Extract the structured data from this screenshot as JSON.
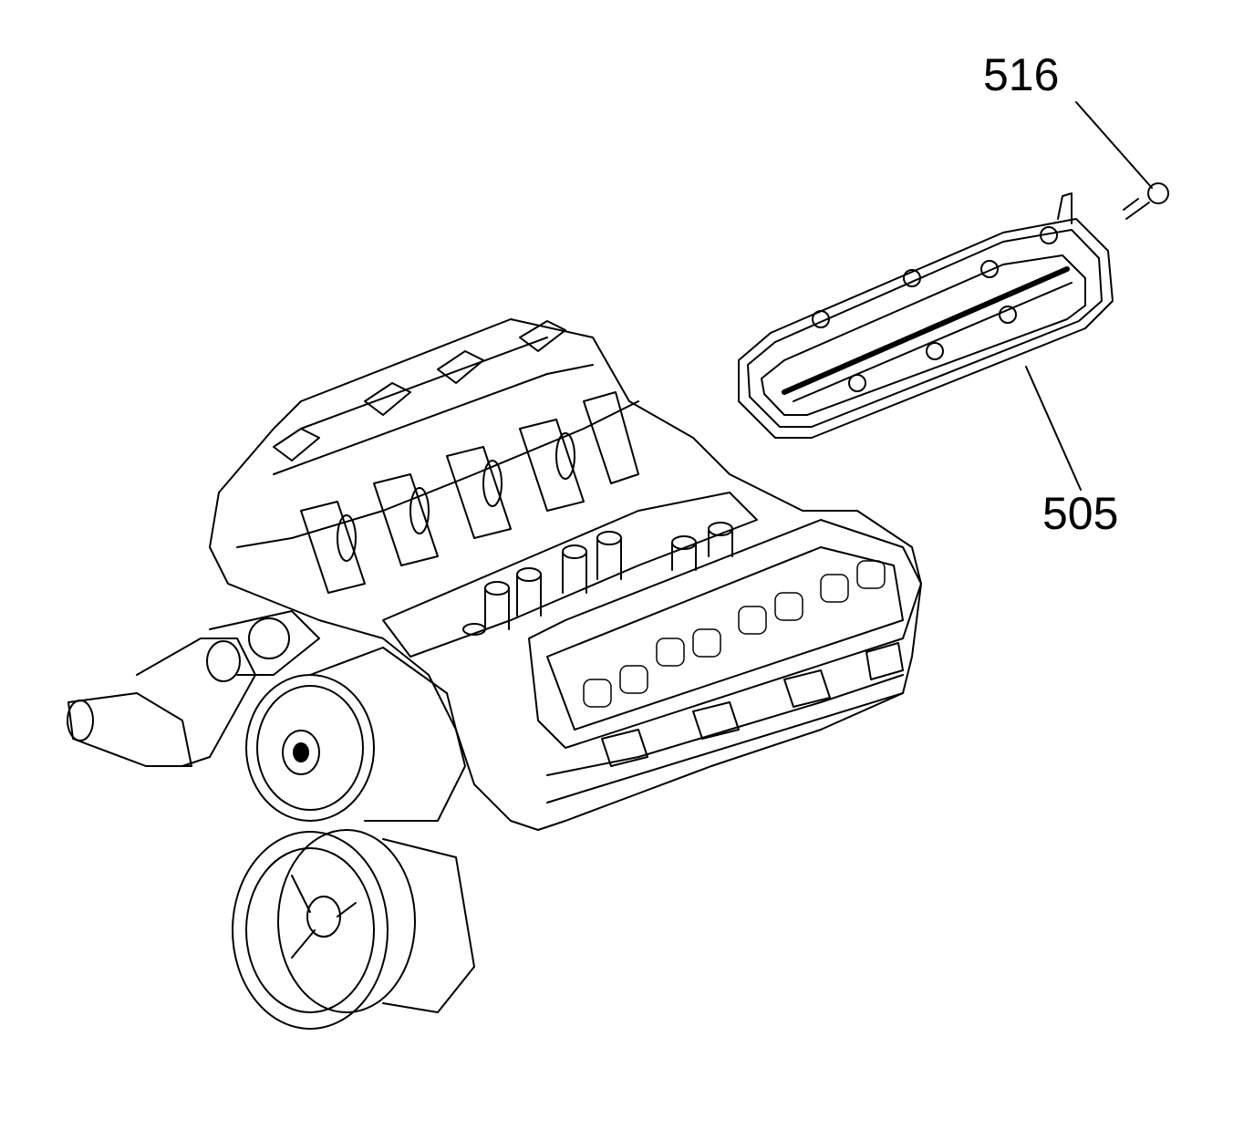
{
  "callouts": [
    {
      "id": "516",
      "label": "516"
    },
    {
      "id": "505",
      "label": "505"
    }
  ]
}
